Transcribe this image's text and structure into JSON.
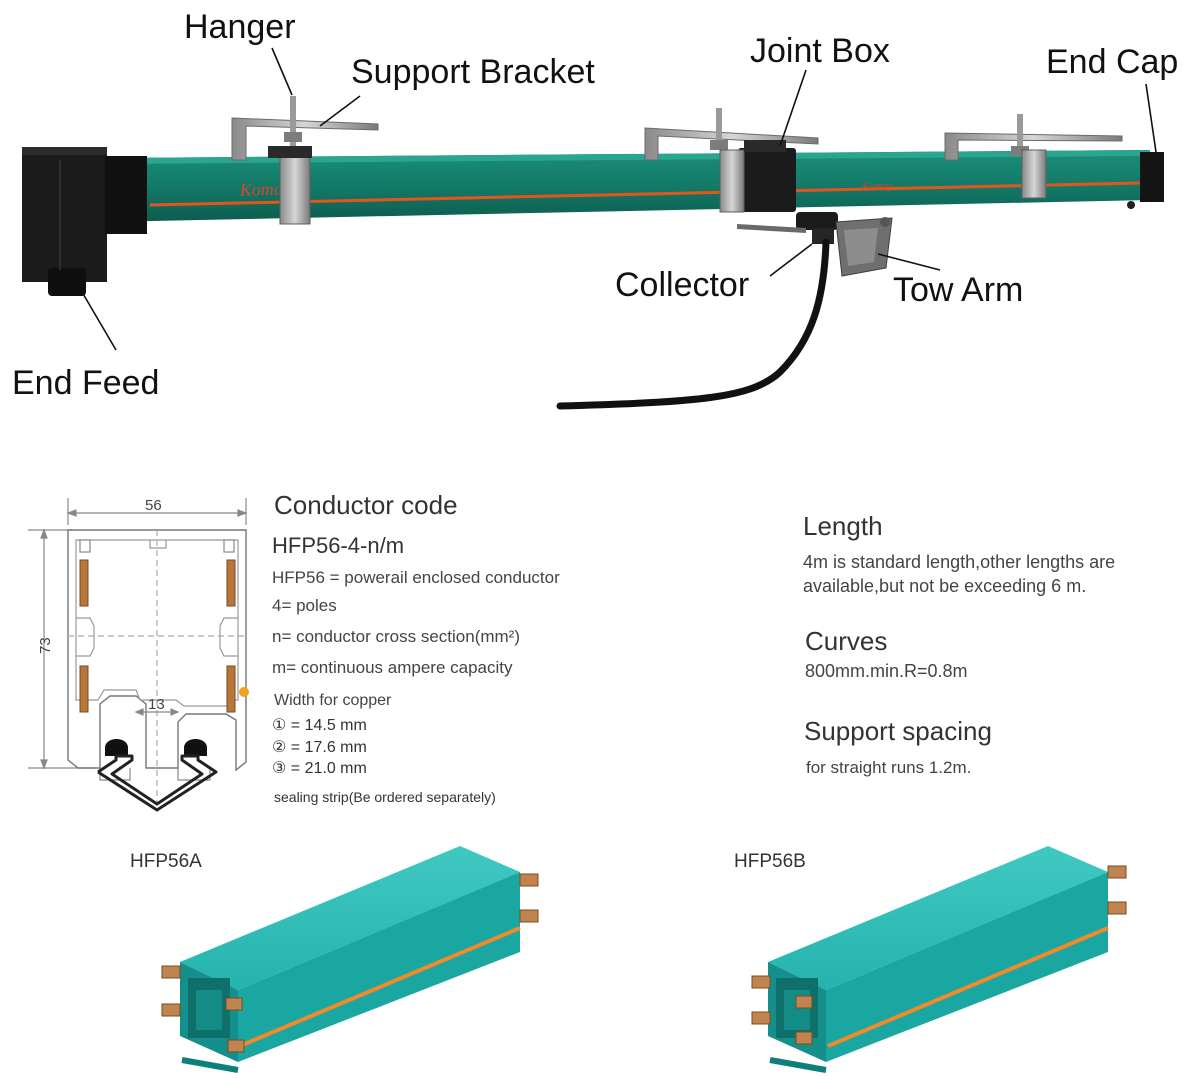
{
  "labels": {
    "hanger": "Hanger",
    "support_bracket": "Support Bracket",
    "joint_box": "Joint Box",
    "end_cap": "End Cap",
    "collector": "Collector",
    "tow_arm": "Tow Arm",
    "end_feed": "End Feed"
  },
  "brand_mark": "Komay",
  "dimensions": {
    "width": "56",
    "height": "73",
    "gap": "13"
  },
  "conductor": {
    "heading": "Conductor code",
    "code": "HFP56-4-n/m",
    "line_hfp56": "HFP56 = powerail enclosed conductor",
    "line_poles": "4= poles",
    "line_n": "n= conductor cross section(mm²)",
    "line_m": "m= continuous ampere capacity",
    "width_heading": "Width for copper",
    "width_1": "① = 14.5 mm",
    "width_2": "② = 17.6 mm",
    "width_3": "③ = 21.0 mm",
    "sealing": "sealing strip(Be ordered separately)"
  },
  "specs": {
    "length_heading": "Length",
    "length_line1": "4m is standard length,other lengths are",
    "length_line2": "available,but not be exceeding 6 m.",
    "curves_heading": "Curves",
    "curves_text": "800mm.min.R=0.8m",
    "support_heading": "Support spacing",
    "support_text": "for straight runs 1.2m."
  },
  "products": {
    "a": "HFP56A",
    "b": "HFP56B"
  },
  "colors": {
    "rail_green": "#137a68",
    "stripe_orange": "#e2561d",
    "housing_teal": "#1fb5b0",
    "copper": "#b8763a",
    "black_part": "#1b1b1b"
  }
}
